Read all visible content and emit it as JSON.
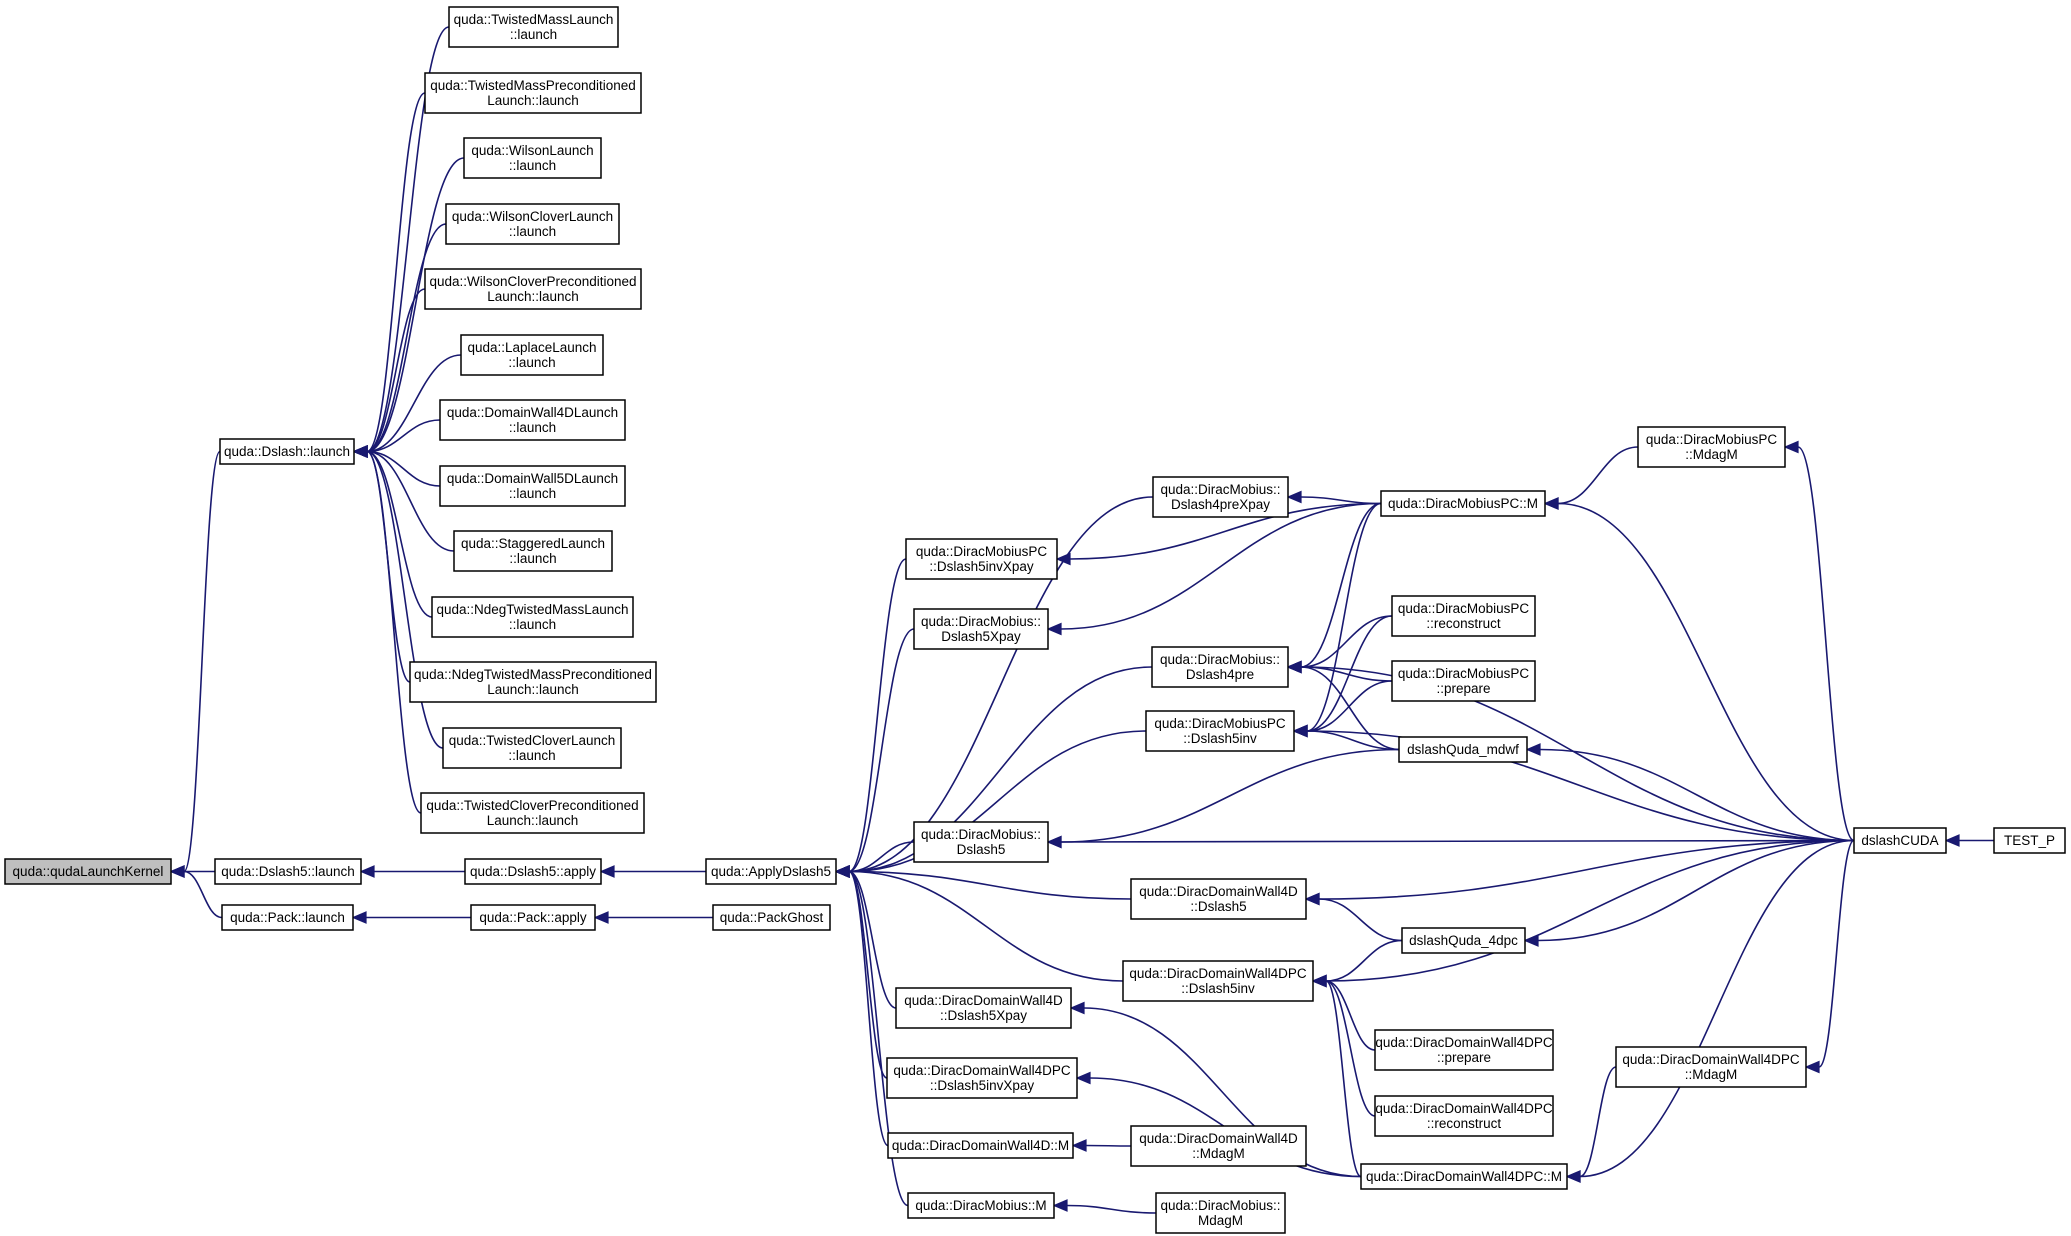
{
  "nodes": [
    {
      "id": "qudaLaunchKernel",
      "lines": [
        "quda::qudaLaunchKernel"
      ],
      "highlight": true
    },
    {
      "id": "dslash_launch",
      "lines": [
        "quda::Dslash::launch"
      ]
    },
    {
      "id": "dslash5_launch",
      "lines": [
        "quda::Dslash5::launch"
      ]
    },
    {
      "id": "pack_launch",
      "lines": [
        "quda::Pack::launch"
      ]
    },
    {
      "id": "tm_launch",
      "lines": [
        "quda::TwistedMassLaunch",
        "::launch"
      ]
    },
    {
      "id": "tmpc_launch",
      "lines": [
        "quda::TwistedMassPreconditioned",
        "Launch::launch"
      ]
    },
    {
      "id": "wilson_launch",
      "lines": [
        "quda::WilsonLaunch",
        "::launch"
      ]
    },
    {
      "id": "wc_launch",
      "lines": [
        "quda::WilsonCloverLaunch",
        "::launch"
      ]
    },
    {
      "id": "wcpc_launch",
      "lines": [
        "quda::WilsonCloverPreconditioned",
        "Launch::launch"
      ]
    },
    {
      "id": "lap_launch",
      "lines": [
        "quda::LaplaceLaunch",
        "::launch"
      ]
    },
    {
      "id": "dw4_launch",
      "lines": [
        "quda::DomainWall4DLaunch",
        "::launch"
      ]
    },
    {
      "id": "dw5_launch",
      "lines": [
        "quda::DomainWall5DLaunch",
        "::launch"
      ]
    },
    {
      "id": "stag_launch",
      "lines": [
        "quda::StaggeredLaunch",
        "::launch"
      ]
    },
    {
      "id": "ndtm_launch",
      "lines": [
        "quda::NdegTwistedMassLaunch",
        "::launch"
      ]
    },
    {
      "id": "ndtmpc_launch",
      "lines": [
        "quda::NdegTwistedMassPreconditioned",
        "Launch::launch"
      ]
    },
    {
      "id": "tc_launch",
      "lines": [
        "quda::TwistedCloverLaunch",
        "::launch"
      ]
    },
    {
      "id": "tcpc_launch",
      "lines": [
        "quda::TwistedCloverPreconditioned",
        "Launch::launch"
      ]
    },
    {
      "id": "dslash5_apply",
      "lines": [
        "quda::Dslash5::apply"
      ]
    },
    {
      "id": "pack_apply",
      "lines": [
        "quda::Pack::apply"
      ]
    },
    {
      "id": "applydslash5",
      "lines": [
        "quda::ApplyDslash5"
      ]
    },
    {
      "id": "packghost",
      "lines": [
        "quda::PackGhost"
      ]
    },
    {
      "id": "dm_d4prexpay",
      "lines": [
        "quda::DiracMobius::",
        "Dslash4preXpay"
      ]
    },
    {
      "id": "dmpc_d5invxpay",
      "lines": [
        "quda::DiracMobiusPC",
        "::Dslash5invXpay"
      ]
    },
    {
      "id": "dm_d5xpay",
      "lines": [
        "quda::DiracMobius::",
        "Dslash5Xpay"
      ]
    },
    {
      "id": "dm_d4pre",
      "lines": [
        "quda::DiracMobius::",
        "Dslash4pre"
      ]
    },
    {
      "id": "dmpc_d5inv",
      "lines": [
        "quda::DiracMobiusPC",
        "::Dslash5inv"
      ]
    },
    {
      "id": "dm_d5",
      "lines": [
        "quda::DiracMobius::",
        "Dslash5"
      ]
    },
    {
      "id": "ddw4_d5",
      "lines": [
        "quda::DiracDomainWall4D",
        "::Dslash5"
      ]
    },
    {
      "id": "ddw4pc_d5inv",
      "lines": [
        "quda::DiracDomainWall4DPC",
        "::Dslash5inv"
      ]
    },
    {
      "id": "ddw4_d5xpay",
      "lines": [
        "quda::DiracDomainWall4D",
        "::Dslash5Xpay"
      ]
    },
    {
      "id": "ddw4pc_d5invxpay",
      "lines": [
        "quda::DiracDomainWall4DPC",
        "::Dslash5invXpay"
      ]
    },
    {
      "id": "ddw4_m",
      "lines": [
        "quda::DiracDomainWall4D::M"
      ]
    },
    {
      "id": "dm_m",
      "lines": [
        "quda::DiracMobius::M"
      ]
    },
    {
      "id": "ddw4_mdagm",
      "lines": [
        "quda::DiracDomainWall4D",
        "::MdagM"
      ]
    },
    {
      "id": "dm_mdagm",
      "lines": [
        "quda::DiracMobius::",
        "MdagM"
      ]
    },
    {
      "id": "dmpc_m",
      "lines": [
        "quda::DiracMobiusPC::M"
      ]
    },
    {
      "id": "dmpc_mdagm",
      "lines": [
        "quda::DiracMobiusPC",
        "::MdagM"
      ]
    },
    {
      "id": "dmpc_reconstruct",
      "lines": [
        "quda::DiracMobiusPC",
        "::reconstruct"
      ]
    },
    {
      "id": "dmpc_prepare",
      "lines": [
        "quda::DiracMobiusPC",
        "::prepare"
      ]
    },
    {
      "id": "dslashquda_mdwf",
      "lines": [
        "dslashQuda_mdwf"
      ]
    },
    {
      "id": "dslashquda_4dpc",
      "lines": [
        "dslashQuda_4dpc"
      ]
    },
    {
      "id": "ddw4pc_prepare",
      "lines": [
        "quda::DiracDomainWall4DPC",
        "::prepare"
      ]
    },
    {
      "id": "ddw4pc_reconstruct",
      "lines": [
        "quda::DiracDomainWall4DPC",
        "::reconstruct"
      ]
    },
    {
      "id": "ddw4pc_mdagm",
      "lines": [
        "quda::DiracDomainWall4DPC",
        "::MdagM"
      ]
    },
    {
      "id": "ddw4pc_m",
      "lines": [
        "quda::DiracDomainWall4DPC::M"
      ]
    },
    {
      "id": "dslashcuda",
      "lines": [
        "dslashCUDA"
      ]
    },
    {
      "id": "test_p",
      "lines": [
        "TEST_P"
      ]
    }
  ],
  "edges": [
    [
      "dslash_launch",
      "qudaLaunchKernel"
    ],
    [
      "dslash5_launch",
      "qudaLaunchKernel"
    ],
    [
      "pack_launch",
      "qudaLaunchKernel"
    ],
    [
      "tm_launch",
      "dslash_launch"
    ],
    [
      "tmpc_launch",
      "dslash_launch"
    ],
    [
      "wilson_launch",
      "dslash_launch"
    ],
    [
      "wc_launch",
      "dslash_launch"
    ],
    [
      "wcpc_launch",
      "dslash_launch"
    ],
    [
      "lap_launch",
      "dslash_launch"
    ],
    [
      "dw4_launch",
      "dslash_launch"
    ],
    [
      "dw5_launch",
      "dslash_launch"
    ],
    [
      "stag_launch",
      "dslash_launch"
    ],
    [
      "ndtm_launch",
      "dslash_launch"
    ],
    [
      "ndtmpc_launch",
      "dslash_launch"
    ],
    [
      "tc_launch",
      "dslash_launch"
    ],
    [
      "tcpc_launch",
      "dslash_launch"
    ],
    [
      "dslash5_apply",
      "dslash5_launch"
    ],
    [
      "pack_apply",
      "pack_launch"
    ],
    [
      "applydslash5",
      "dslash5_apply"
    ],
    [
      "packghost",
      "pack_apply"
    ],
    [
      "dm_d4prexpay",
      "applydslash5"
    ],
    [
      "dmpc_d5invxpay",
      "applydslash5"
    ],
    [
      "dm_d5xpay",
      "applydslash5"
    ],
    [
      "dm_d4pre",
      "applydslash5"
    ],
    [
      "dmpc_d5inv",
      "applydslash5"
    ],
    [
      "dm_d5",
      "applydslash5"
    ],
    [
      "ddw4_d5",
      "applydslash5"
    ],
    [
      "ddw4pc_d5inv",
      "applydslash5"
    ],
    [
      "ddw4_d5xpay",
      "applydslash5"
    ],
    [
      "ddw4pc_d5invxpay",
      "applydslash5"
    ],
    [
      "ddw4_m",
      "applydslash5"
    ],
    [
      "dm_m",
      "applydslash5"
    ],
    [
      "dmpc_m",
      "dm_d4prexpay"
    ],
    [
      "dmpc_m",
      "dmpc_d5invxpay"
    ],
    [
      "dmpc_m",
      "dm_d5xpay"
    ],
    [
      "dmpc_m",
      "dm_d4pre"
    ],
    [
      "dmpc_m",
      "dmpc_d5inv"
    ],
    [
      "dmpc_mdagm",
      "dmpc_m"
    ],
    [
      "dslashcuda",
      "dmpc_m"
    ],
    [
      "dmpc_reconstruct",
      "dm_d4pre"
    ],
    [
      "dmpc_prepare",
      "dm_d4pre"
    ],
    [
      "dslashquda_mdwf",
      "dm_d4pre"
    ],
    [
      "dslashcuda",
      "dm_d4pre"
    ],
    [
      "dmpc_reconstruct",
      "dmpc_d5inv"
    ],
    [
      "dmpc_prepare",
      "dmpc_d5inv"
    ],
    [
      "dslashquda_mdwf",
      "dmpc_d5inv"
    ],
    [
      "dslashcuda",
      "dmpc_d5inv"
    ],
    [
      "dslashquda_mdwf",
      "dm_d5"
    ],
    [
      "dslashcuda",
      "dm_d5"
    ],
    [
      "dslashquda_4dpc",
      "ddw4_d5"
    ],
    [
      "dslashcuda",
      "ddw4_d5"
    ],
    [
      "dslashquda_4dpc",
      "ddw4pc_d5inv"
    ],
    [
      "dslashcuda",
      "ddw4pc_d5inv"
    ],
    [
      "ddw4pc_prepare",
      "ddw4pc_d5inv"
    ],
    [
      "ddw4pc_reconstruct",
      "ddw4pc_d5inv"
    ],
    [
      "ddw4pc_m",
      "ddw4pc_d5inv"
    ],
    [
      "ddw4pc_m",
      "ddw4_d5xpay"
    ],
    [
      "ddw4pc_m",
      "ddw4pc_d5invxpay"
    ],
    [
      "ddw4_mdagm",
      "ddw4_m"
    ],
    [
      "dm_mdagm",
      "dm_m"
    ],
    [
      "ddw4pc_mdagm",
      "ddw4pc_m"
    ],
    [
      "dslashcuda",
      "ddw4pc_m"
    ],
    [
      "dslashcuda",
      "ddw4pc_mdagm"
    ],
    [
      "dslashcuda",
      "dmpc_mdagm"
    ],
    [
      "dslashcuda",
      "dslashquda_mdwf"
    ],
    [
      "dslashcuda",
      "dslashquda_4dpc"
    ],
    [
      "test_p",
      "dslashcuda"
    ]
  ]
}
